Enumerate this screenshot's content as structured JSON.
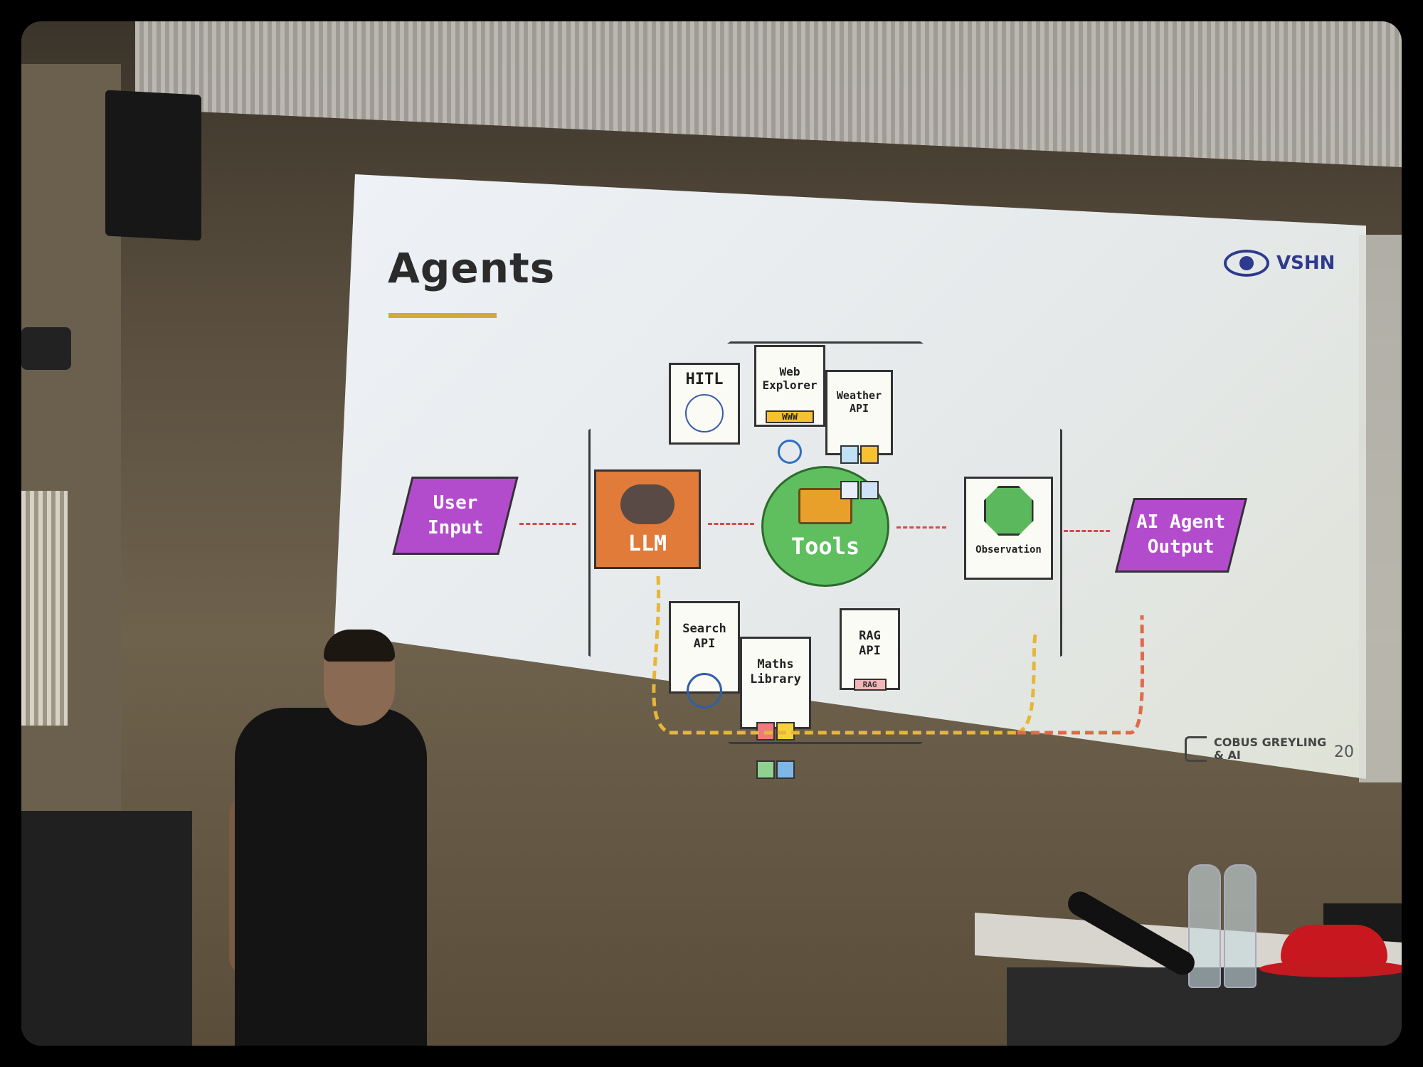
{
  "slide": {
    "title": "Agents",
    "logo_text": "VSHN",
    "page_number": "20",
    "credit_line1": "COBUS GREYLING",
    "credit_line2": "& AI"
  },
  "diagram": {
    "user_input": "User\nInput",
    "llm": "LLM",
    "tools": "Tools",
    "observation": "Observation",
    "output": "AI Agent\nOutput",
    "hitl": "HITL",
    "web_explorer": "Web\nExplorer",
    "web_www": "WWW",
    "weather_api": "Weather\nAPI",
    "search_api": "Search\nAPI",
    "maths_library": "Maths\nLibrary",
    "rag_api": "RAG\nAPI",
    "rag_doc": "RAG"
  },
  "colors": {
    "accent_underline": "#d4a93a",
    "purple": "#b24ccd",
    "orange": "#e07b3a",
    "green": "#5fbf5f",
    "logo_blue": "#2e3a8c"
  }
}
